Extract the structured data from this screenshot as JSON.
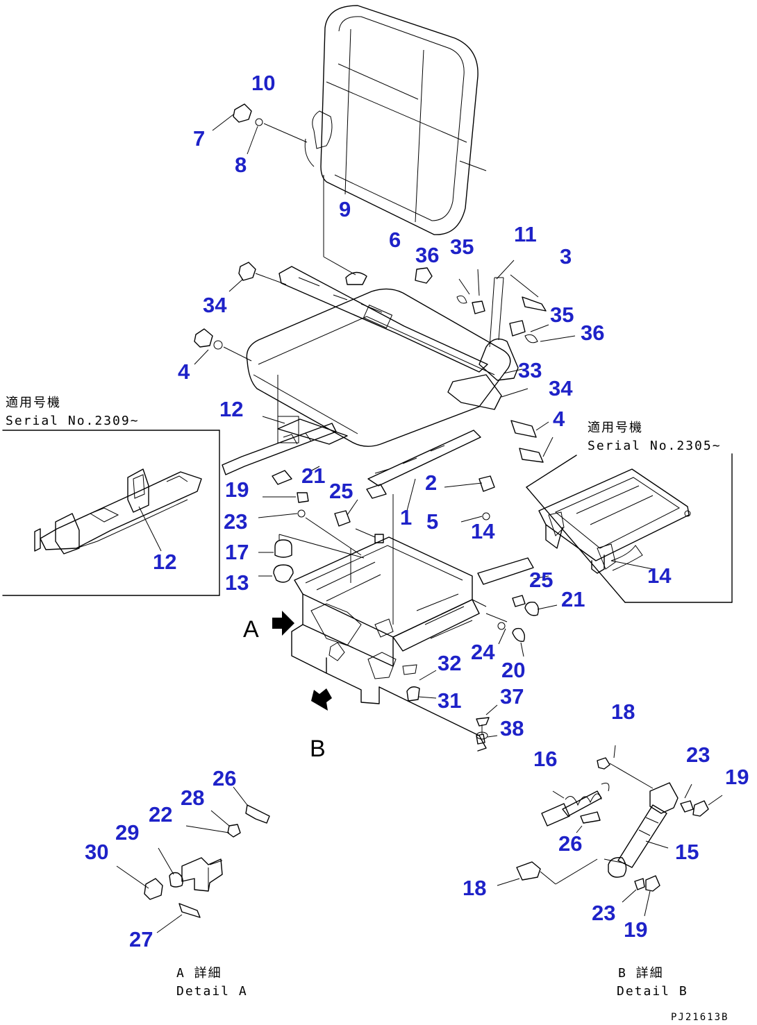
{
  "callouts": [
    {
      "id": "c10",
      "label": "10"
    },
    {
      "id": "c7",
      "label": "7"
    },
    {
      "id": "c8",
      "label": "8"
    },
    {
      "id": "c9",
      "label": "9"
    },
    {
      "id": "c6",
      "label": "6"
    },
    {
      "id": "c36a",
      "label": "36"
    },
    {
      "id": "c35a",
      "label": "35"
    },
    {
      "id": "c11",
      "label": "11"
    },
    {
      "id": "c3",
      "label": "3"
    },
    {
      "id": "c34a",
      "label": "34"
    },
    {
      "id": "c35b",
      "label": "35"
    },
    {
      "id": "c36b",
      "label": "36"
    },
    {
      "id": "c4a",
      "label": "4"
    },
    {
      "id": "c33",
      "label": "33"
    },
    {
      "id": "c34b",
      "label": "34"
    },
    {
      "id": "c4b",
      "label": "4"
    },
    {
      "id": "c12a",
      "label": "12"
    },
    {
      "id": "c21a",
      "label": "21"
    },
    {
      "id": "c25a",
      "label": "25"
    },
    {
      "id": "c2",
      "label": "2"
    },
    {
      "id": "c19a",
      "label": "19"
    },
    {
      "id": "c1",
      "label": "1"
    },
    {
      "id": "c5",
      "label": "5"
    },
    {
      "id": "c14a",
      "label": "14"
    },
    {
      "id": "c23a",
      "label": "23"
    },
    {
      "id": "c17",
      "label": "17"
    },
    {
      "id": "c13",
      "label": "13"
    },
    {
      "id": "c12b",
      "label": "12"
    },
    {
      "id": "c14b",
      "label": "14"
    },
    {
      "id": "c25b",
      "label": "25"
    },
    {
      "id": "c21b",
      "label": "21"
    },
    {
      "id": "c24",
      "label": "24"
    },
    {
      "id": "c20",
      "label": "20"
    },
    {
      "id": "c32",
      "label": "32"
    },
    {
      "id": "c31",
      "label": "31"
    },
    {
      "id": "c37",
      "label": "37"
    },
    {
      "id": "c38",
      "label": "38"
    },
    {
      "id": "c18a",
      "label": "18"
    },
    {
      "id": "c16",
      "label": "16"
    },
    {
      "id": "c23b",
      "label": "23"
    },
    {
      "id": "c19b",
      "label": "19"
    },
    {
      "id": "c26a",
      "label": "26"
    },
    {
      "id": "c28",
      "label": "28"
    },
    {
      "id": "c22",
      "label": "22"
    },
    {
      "id": "c29",
      "label": "29"
    },
    {
      "id": "c30",
      "label": "30"
    },
    {
      "id": "c27",
      "label": "27"
    },
    {
      "id": "c26b",
      "label": "26"
    },
    {
      "id": "c15",
      "label": "15"
    },
    {
      "id": "c18b",
      "label": "18"
    },
    {
      "id": "c23c",
      "label": "23"
    },
    {
      "id": "c19c",
      "label": "19"
    }
  ],
  "inset_left": {
    "title_jp": "適用号機",
    "serial": "Serial No.2309~"
  },
  "inset_right": {
    "title_jp": "適用号機",
    "serial": "Serial No.2305~"
  },
  "view_a_label": "A",
  "view_b_label": "B",
  "detail_a": {
    "title_jp": "A 詳細",
    "title_en": "Detail A"
  },
  "detail_b": {
    "title_jp": "B 詳細",
    "title_en": "Detail B"
  },
  "drawing_code": "PJ21613B"
}
